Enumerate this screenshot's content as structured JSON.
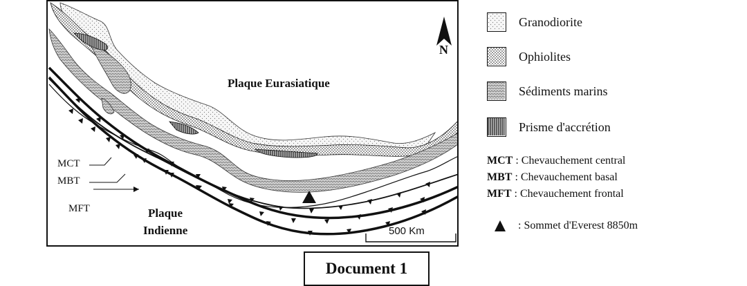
{
  "map": {
    "labels": {
      "eurasian_plate": "Plaque Eurasiatique",
      "indian_plate_line1": "Plaque",
      "indian_plate_line2": "Indienne",
      "mct": "MCT",
      "mbt": "MBT",
      "mft": "MFT"
    },
    "north_label": "N",
    "scale_label": "500 Km"
  },
  "legend": {
    "items": [
      {
        "label": "Granodiorite",
        "pattern": "dots-light"
      },
      {
        "label": "Ophiolites",
        "pattern": "dots-dense"
      },
      {
        "label": "Sédiments marins",
        "pattern": "zigzag"
      },
      {
        "label": "Prisme d'accrétion",
        "pattern": "vertical-stripes"
      }
    ],
    "abbreviations": [
      {
        "abbr": "MCT",
        "desc": " : Chevauchement central"
      },
      {
        "abbr": "MBT",
        "desc": " : Chevauchement basal"
      },
      {
        "abbr": "MFT",
        "desc": " : Chevauchement frontal"
      }
    ],
    "everest": ": Sommet d'Everest 8850m"
  },
  "document_title": "Document 1"
}
